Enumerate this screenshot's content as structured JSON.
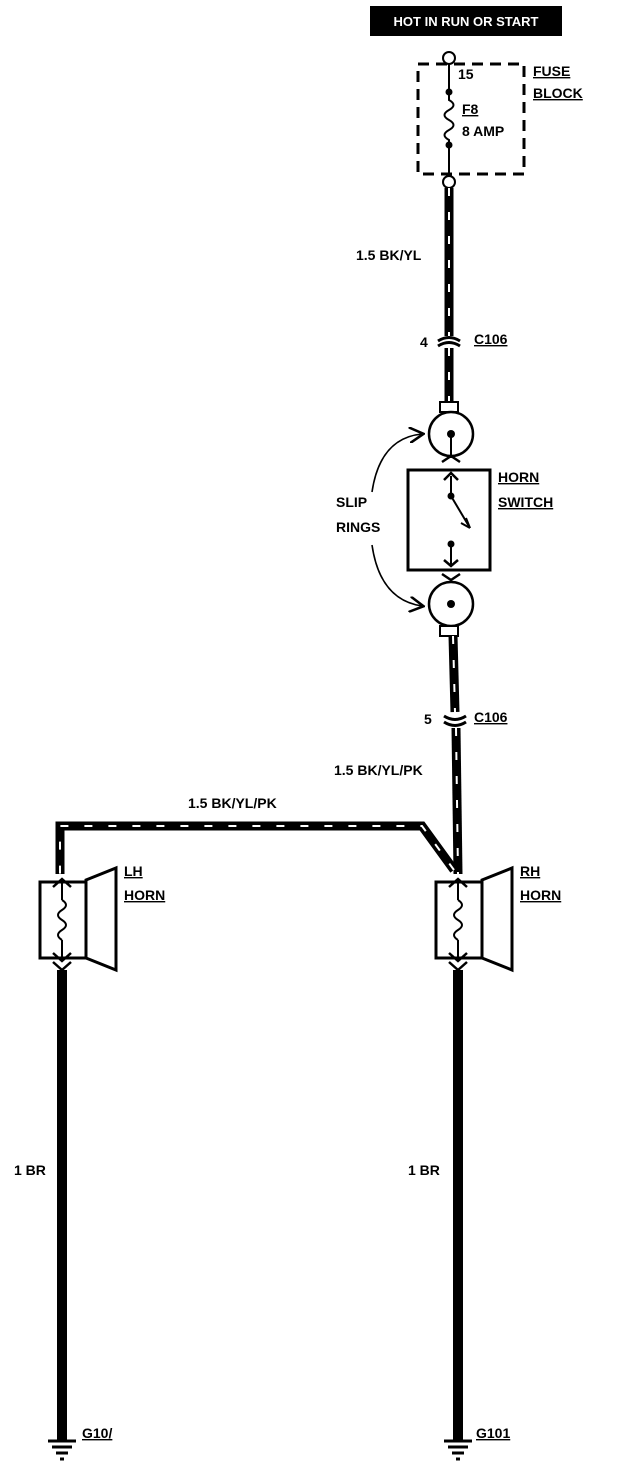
{
  "header": {
    "text": "HOT IN RUN OR START"
  },
  "fuse_block": {
    "label_line1": "FUSE",
    "label_line2": "BLOCK",
    "terminal": "15",
    "fuse_id": "F8",
    "fuse_rating": "8 AMP"
  },
  "wires": {
    "fuse_to_c106": "1.5 BK/YL",
    "c106_to_rh_horn": "1.5 BK/YL/PK",
    "branch_to_lh_horn": "1.5 BK/YL/PK",
    "lh_ground_wire": "1 BR",
    "rh_ground_wire": "1 BR"
  },
  "connectors": {
    "upper": {
      "pin": "4",
      "name": "C106"
    },
    "lower": {
      "pin": "5",
      "name": "C106"
    }
  },
  "slip_rings": {
    "label_line1": "SLIP",
    "label_line2": "RINGS"
  },
  "horn_switch": {
    "label_line1": "HORN",
    "label_line2": "SWITCH"
  },
  "lh_horn": {
    "label_line1": "LH",
    "label_line2": "HORN"
  },
  "rh_horn": {
    "label_line1": "RH",
    "label_line2": "HORN"
  },
  "grounds": {
    "lh": "G10/",
    "rh": "G101"
  }
}
